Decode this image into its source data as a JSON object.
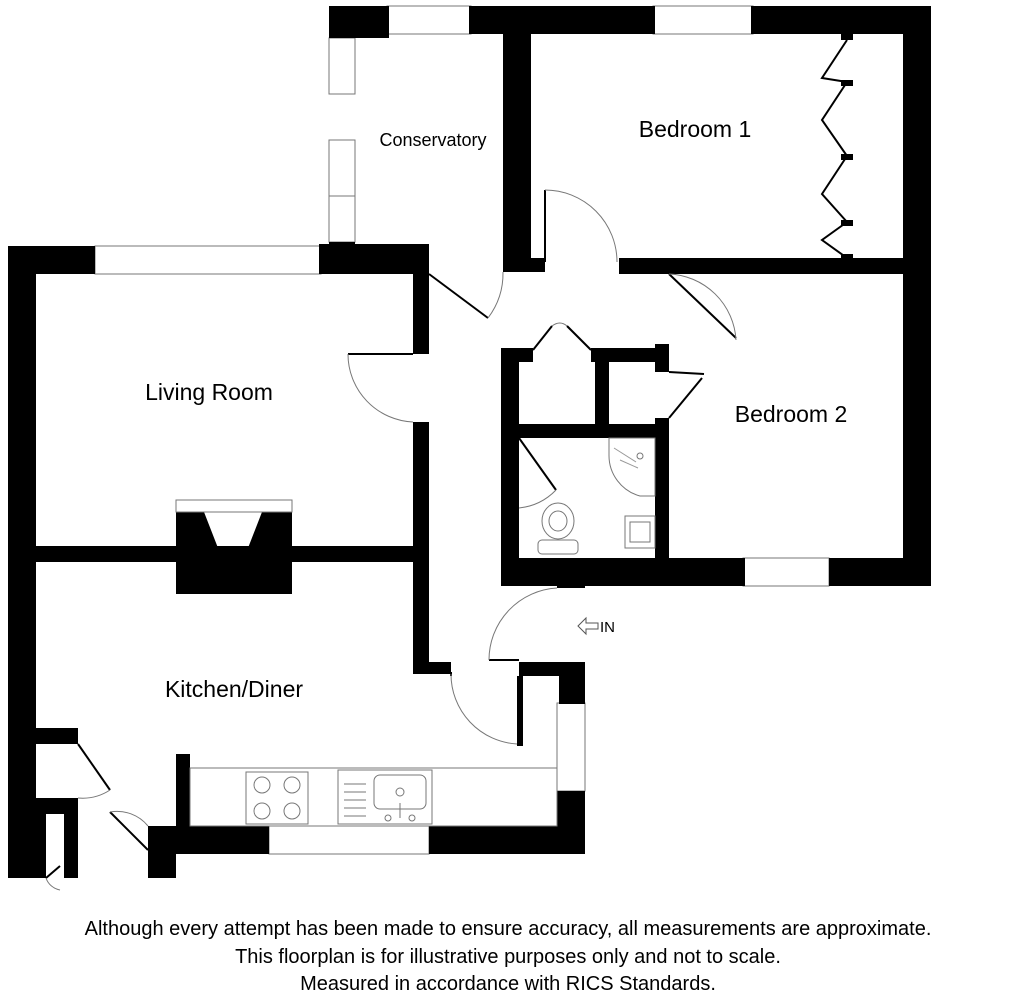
{
  "rooms": {
    "conservatory": "Conservatory",
    "bedroom1": "Bedroom 1",
    "living_room": "Living Room",
    "bedroom2": "Bedroom 2",
    "kitchen_diner": "Kitchen/Diner"
  },
  "entrance_label": "IN",
  "disclaimer": {
    "line1": "Although every attempt has been made to ensure accuracy, all measurements are approximate.",
    "line2": "This floorplan is for illustrative purposes only and not to scale.",
    "line3": "Measured in accordance with RICS Standards."
  }
}
